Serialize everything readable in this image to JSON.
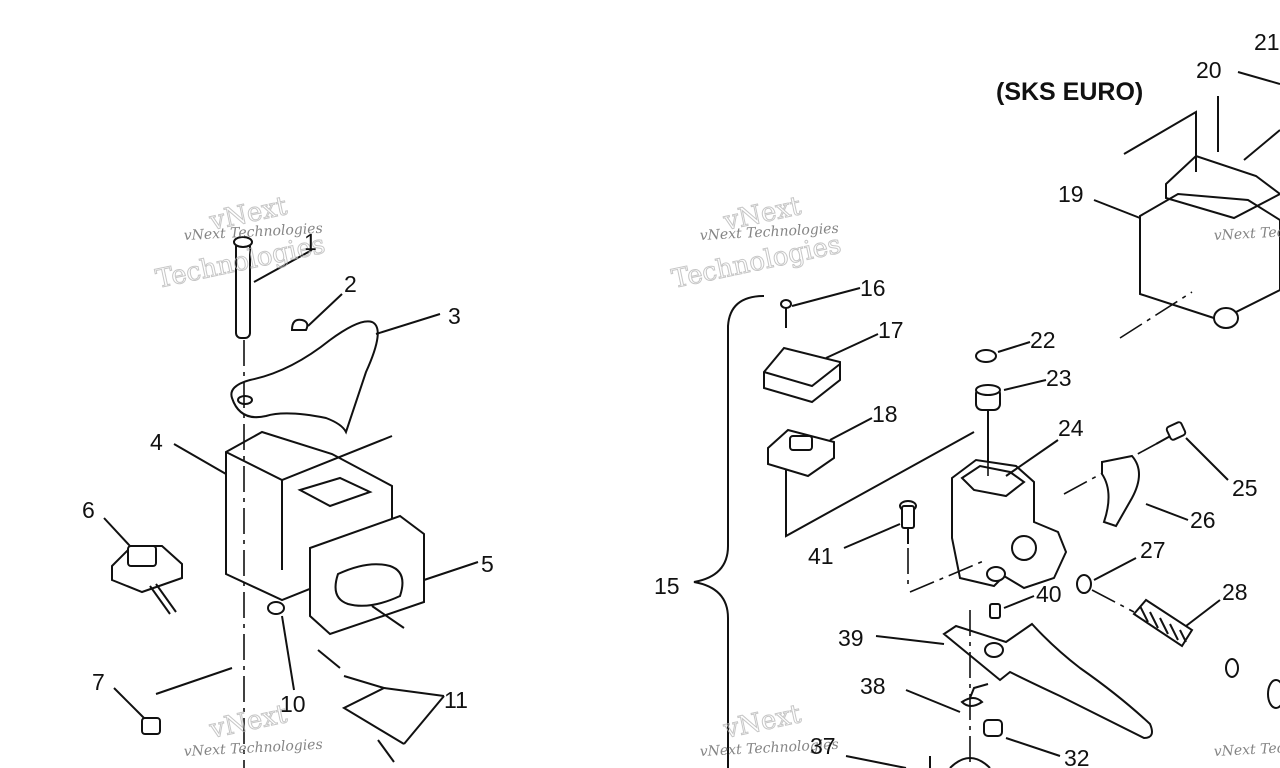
{
  "section_title": "(SKS EURO)",
  "callouts": [
    "1",
    "2",
    "3",
    "4",
    "5",
    "6",
    "7",
    "10",
    "11",
    "15",
    "16",
    "17",
    "18",
    "19",
    "20",
    "21",
    "22",
    "23",
    "24",
    "25",
    "26",
    "27",
    "28",
    "32",
    "37",
    "38",
    "39",
    "40",
    "41"
  ],
  "watermark": {
    "brand": "vNext",
    "line1": "vNext Technologies",
    "line2": "Technologies"
  }
}
